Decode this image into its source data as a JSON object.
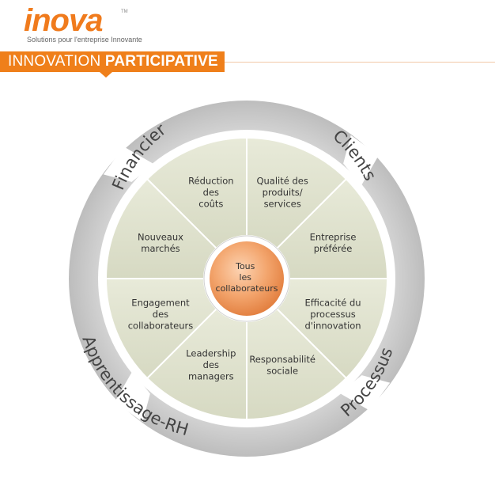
{
  "logo": {
    "wordmark": "inova",
    "trademark": "TM",
    "tagline": "Solutions pour l'entreprise Innovante"
  },
  "banner": {
    "part1": "INNOVATION",
    "part2": "PARTICIPATIVE"
  },
  "colors": {
    "accent": "#ef7f1a",
    "segment_fill": "#dfe2cf",
    "ring_gray": "#c9c9c9",
    "center": "#f0a26a",
    "text": "#333333"
  },
  "outer_labels": {
    "financier": "Financier",
    "clients": "Clients",
    "processus": "Processus",
    "apprentissage": "Apprentissage-RH"
  },
  "center_label": [
    "Tous",
    "les",
    "collaborateurs"
  ],
  "segments": [
    {
      "lines": [
        "Qualité des",
        "produits/",
        "services"
      ]
    },
    {
      "lines": [
        "Entreprise",
        "préférée"
      ]
    },
    {
      "lines": [
        "Efficacité du",
        "processus",
        "d'innovation"
      ]
    },
    {
      "lines": [
        "Responsabilité",
        "sociale"
      ]
    },
    {
      "lines": [
        "Leadership",
        "des",
        "managers"
      ]
    },
    {
      "lines": [
        "Engagement",
        "des",
        "collaborateurs"
      ]
    },
    {
      "lines": [
        "Nouveaux",
        "marchés"
      ]
    },
    {
      "lines": [
        "Réduction",
        "des",
        "coûts"
      ]
    }
  ]
}
